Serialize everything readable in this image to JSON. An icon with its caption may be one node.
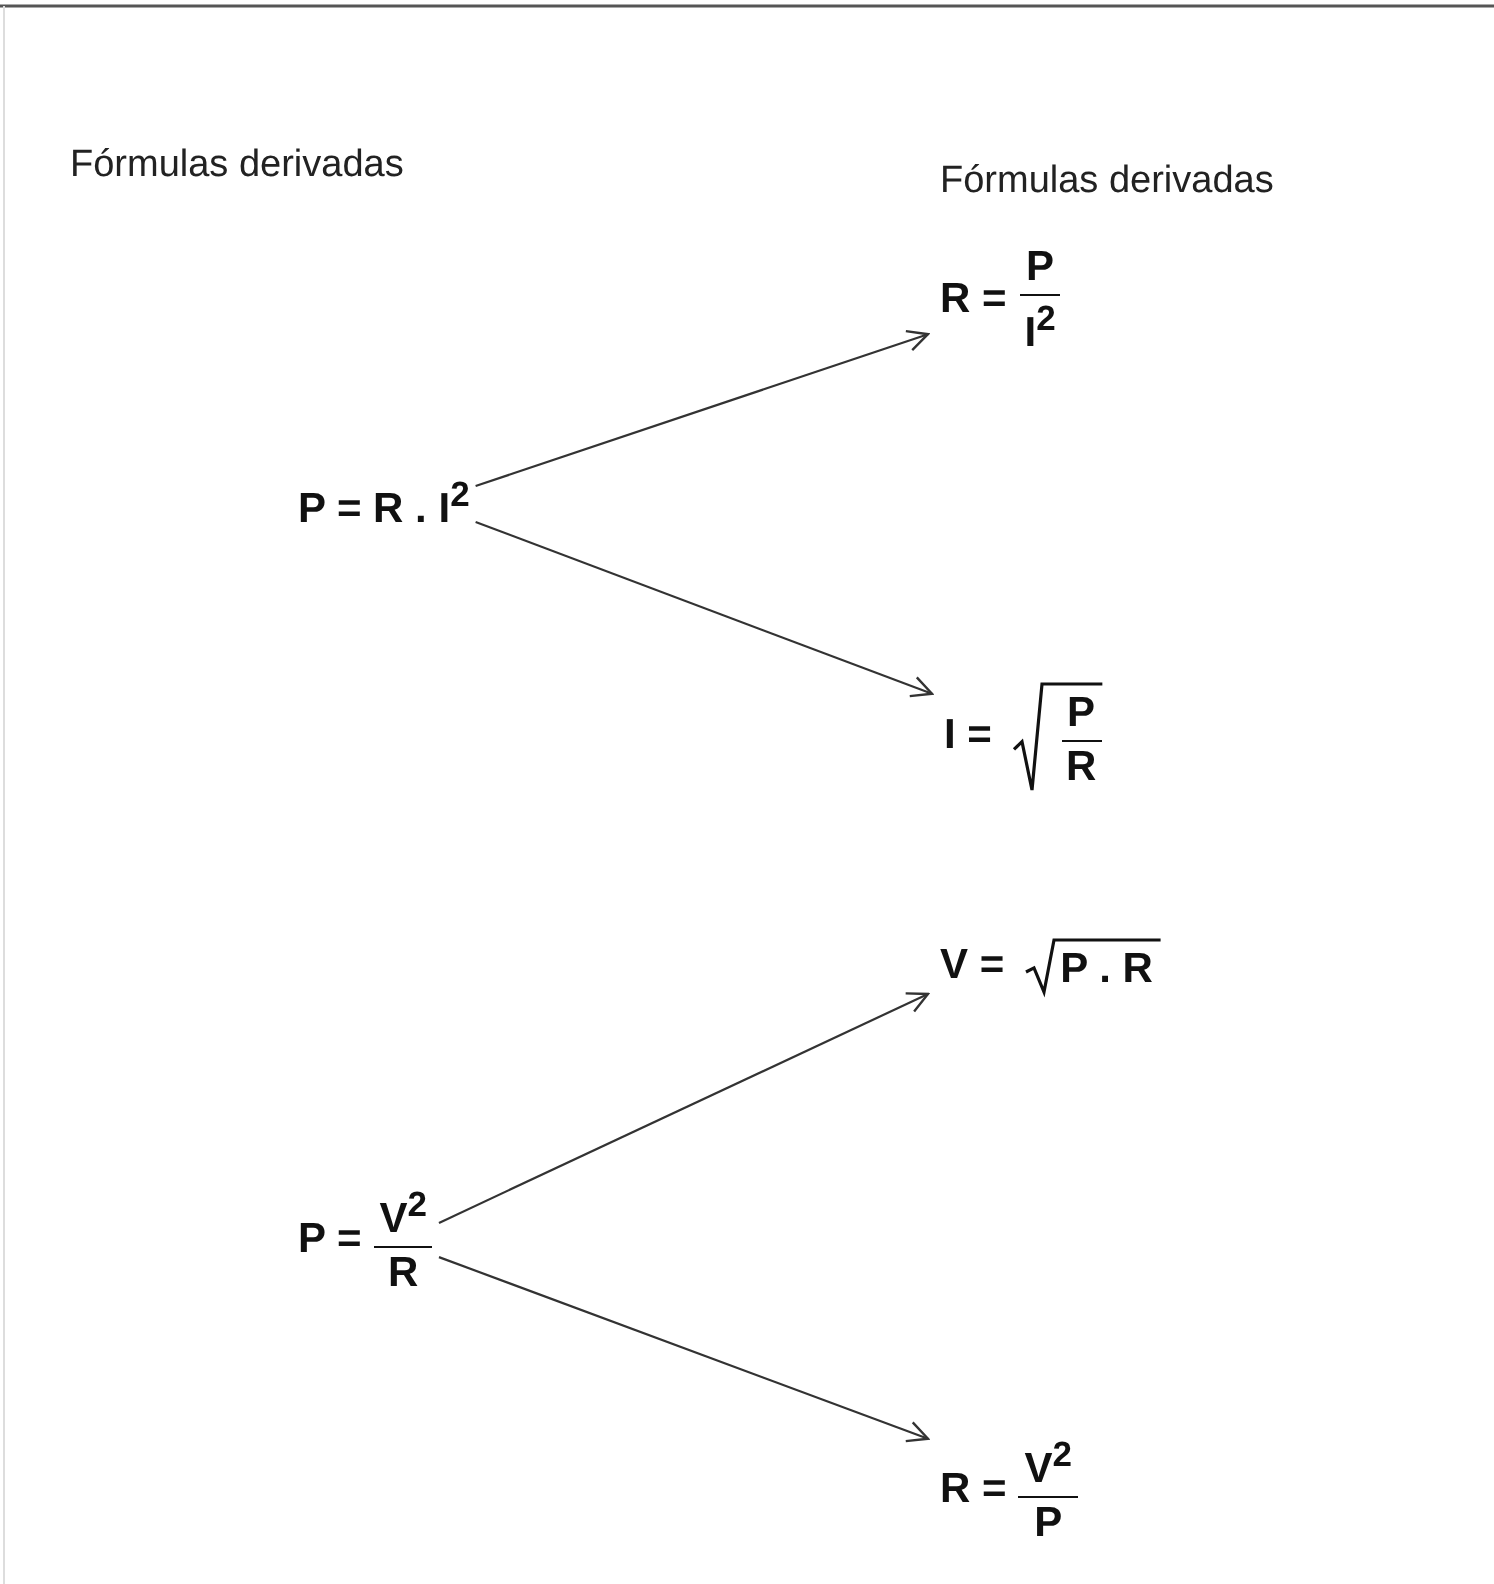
{
  "diagram": {
    "nodes": [
      {
        "text": [
          "P = R . I$^{2}$"
        ]
      },
      {
        "text": [
          "R =",
          "P",
          "I$^{2}$"
        ]
      },
      {
        "text": [
          "I =",
          "P",
          "R"
        ]
      },
      {
        "text": [
          "P =",
          "V$^{2}$",
          "R"
        ]
      },
      {
        "text": [
          "V =",
          "P . R"
        ]
      },
      {
        "text": [
          "R =",
          "V$^{2}$",
          "P"
        ]
      }
    ],
    "edges": [
      {
        "from": 0,
        "to": 1,
        "arrow": "to"
      },
      {
        "from": 0,
        "to": 2,
        "arrow": "to"
      },
      {
        "from": 3,
        "to": 4,
        "arrow": "to"
      },
      {
        "from": 3,
        "to": 5,
        "arrow": "to"
      }
    ],
    "labels": [
      "Fórmulas derivadas",
      "Fórmulas derivadas"
    ]
  }
}
